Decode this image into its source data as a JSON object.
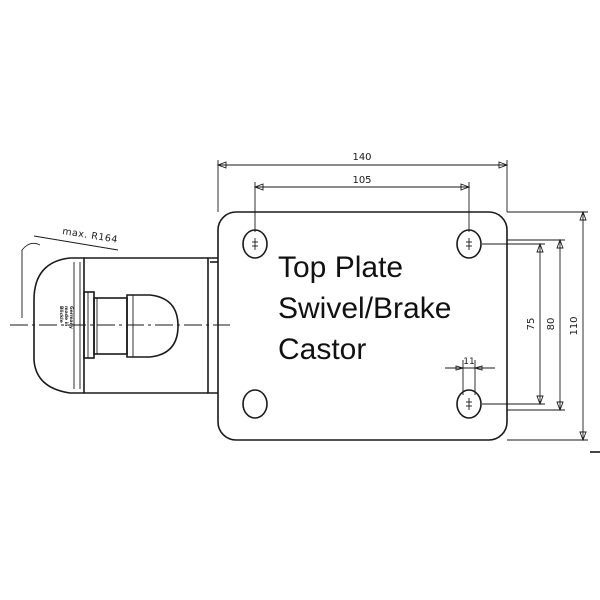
{
  "label": {
    "line1": "Top Plate",
    "line2": "Swivel/Brake",
    "line3": "Castor"
  },
  "dimensions": {
    "overall_width": "140",
    "hole_spacing_width": "105",
    "hole_slot_width": "11",
    "hole_spacing_height": "75",
    "plate_height_80": "80",
    "overall_height": "110",
    "swivel_radius": "max. R164"
  },
  "wheel_marking": {
    "line1": "Blickle",
    "line2": "made in",
    "line3": "Germany"
  }
}
